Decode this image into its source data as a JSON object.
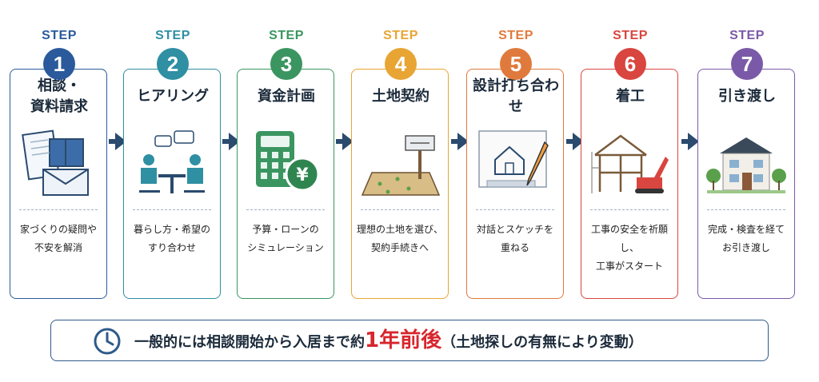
{
  "step_word": "STEP",
  "steps": [
    {
      "number": "1",
      "title": "相談・\n資料請求",
      "description": "家づくりの疑問や\n不安を解消",
      "color": "#2a5a9c"
    },
    {
      "number": "2",
      "title": "ヒアリング",
      "description": "暮らし方・希望の\nすり合わせ",
      "color": "#2f8fa3"
    },
    {
      "number": "3",
      "title": "資金計画",
      "description": "予算・ローンの\nシミュレーション",
      "color": "#3b9560"
    },
    {
      "number": "4",
      "title": "土地契約",
      "description": "理想の土地を選び、\n契約手続きへ",
      "color": "#e8a534"
    },
    {
      "number": "5",
      "title": "設計打ち合わせ",
      "description": "対話とスケッチを\n重ねる",
      "color": "#e07a3c"
    },
    {
      "number": "6",
      "title": "着工",
      "description": "工事の安全を祈願し、\n工事がスタート",
      "color": "#d9453f"
    },
    {
      "number": "7",
      "title": "引き渡し",
      "description": "完成・検査を経て\nお引き渡し",
      "color": "#7a5aa8"
    }
  ],
  "footer": {
    "prefix": "一般的には相談開始から入居まで約",
    "highlight": "1年前後",
    "suffix": "（土地探しの有無により変動）"
  },
  "icons": [
    "document-icon",
    "meeting-icon",
    "calculator-icon",
    "land-icon",
    "blueprint-icon",
    "construction-icon",
    "house-icon",
    "clock-icon"
  ]
}
